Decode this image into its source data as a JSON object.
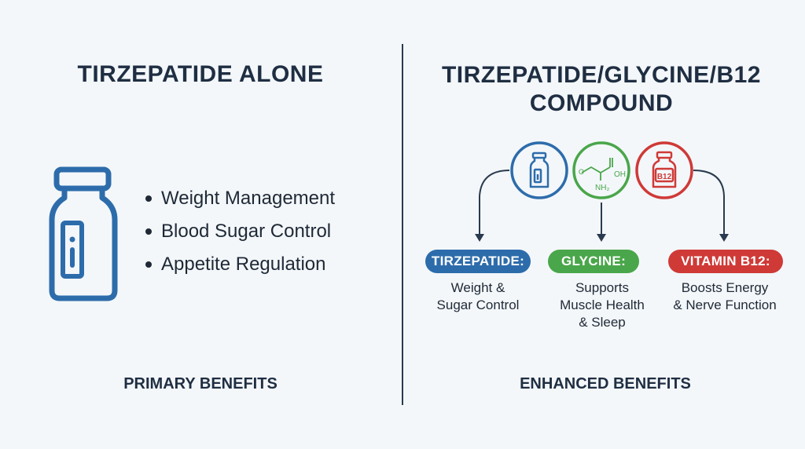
{
  "left": {
    "title": "TIRZEPATIDE ALONE",
    "benefits": [
      "Weight Management",
      "Blood Sugar Control",
      "Appetite Regulation"
    ],
    "footer": "PRIMARY BENEFITS",
    "vial_icon": "medicine-vial-icon"
  },
  "right": {
    "title_line1": "TIRZEPATIDE/GLYCINE/B12",
    "title_line2": "COMPOUND",
    "footer": "ENHANCED BENEFITS",
    "glycine_labels": {
      "oh": "OH",
      "nh2": "NH₂"
    },
    "b12_label": "B12",
    "components": [
      {
        "name": "TIRZEPATIDE:",
        "desc_line1": "Weight &",
        "desc_line2": "Sugar Control",
        "desc_line3": "",
        "color": "#2d6cab"
      },
      {
        "name": "GLYCINE:",
        "desc_line1": "Supports",
        "desc_line2": "Muscle Health",
        "desc_line3": "& Sleep",
        "color": "#4aa64a"
      },
      {
        "name": "VITAMIN B12:",
        "desc_line1": "Boosts Energy",
        "desc_line2": "& Nerve Function",
        "desc_line3": "",
        "color": "#cf3a37"
      }
    ]
  },
  "colors": {
    "blue": "#2d6cab",
    "green": "#4aa64a",
    "red": "#cf3a37",
    "dark": "#1f2e42"
  }
}
